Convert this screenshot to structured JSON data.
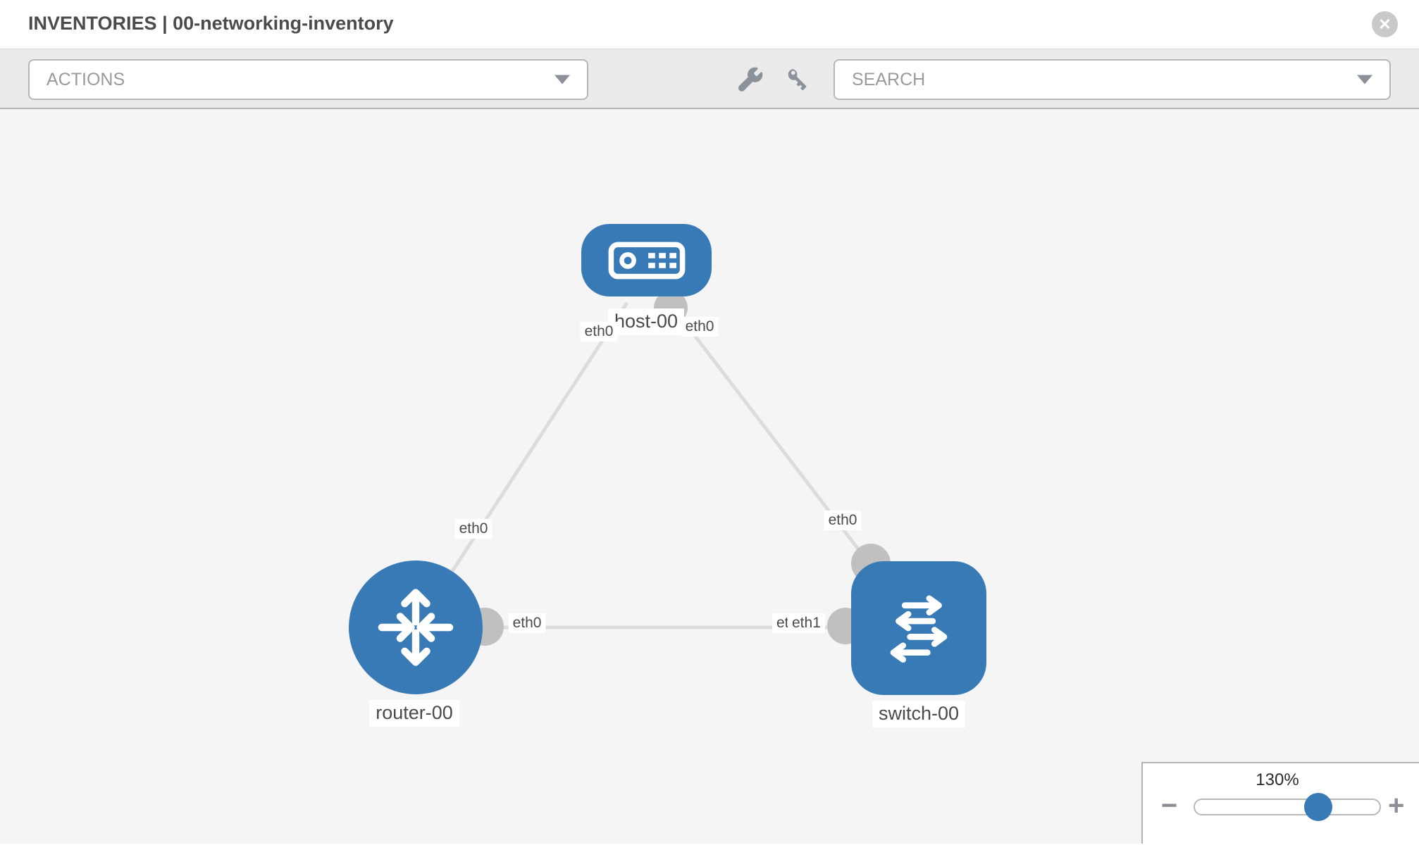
{
  "header": {
    "title_prefix": "INVENTORIES",
    "title_separator": "|",
    "title_name": "00-networking-inventory",
    "close_glyph": "✕"
  },
  "toolbar": {
    "actions_label": "ACTIONS",
    "search_placeholder": "SEARCH",
    "icons": [
      "wrench-icon",
      "key-icon"
    ]
  },
  "topology": {
    "nodes": [
      {
        "id": "host-00",
        "label": "host-00",
        "type": "host",
        "icon": "server-icon"
      },
      {
        "id": "router-00",
        "label": "router-00",
        "type": "router",
        "icon": "router-arrows-icon"
      },
      {
        "id": "switch-00",
        "label": "switch-00",
        "type": "switch",
        "icon": "switch-arrows-icon"
      }
    ],
    "links": [
      {
        "source": "host-00",
        "target": "router-00",
        "source_interface": "eth0",
        "target_interface": "eth0"
      },
      {
        "source": "host-00",
        "target": "switch-00",
        "source_interface": "eth0",
        "target_interface": "eth0"
      },
      {
        "source": "router-00",
        "target": "switch-00",
        "source_interface": "eth0",
        "target_interface": "eth1"
      }
    ],
    "labels": {
      "host": "host-00",
      "router": "router-00",
      "switch": "switch-00",
      "eth_host_left": "eth0",
      "eth_host_right": "eth0",
      "eth_hr_router": "eth0",
      "eth_hs_switch": "eth0",
      "eth_rs_router": "eth0",
      "eth_rs_switch_back": "eth0",
      "eth_rs_switch_front": "eth1"
    }
  },
  "zoom_control": {
    "value": "130%",
    "minus_label": "−",
    "plus_label": "+"
  },
  "colors": {
    "node_blue": "#387ab5",
    "link_gray": "#dcdcdc",
    "interface_gray": "#c0c0c0",
    "toolbar_bg": "#ebebeb",
    "canvas_bg": "#f5f5f5"
  }
}
